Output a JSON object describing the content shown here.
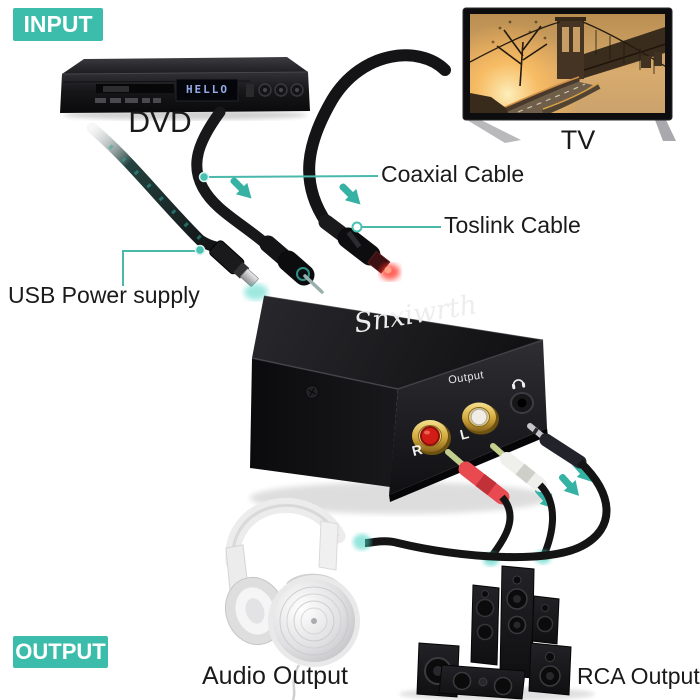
{
  "badges": {
    "input": "INPUT",
    "output": "OUTPUT"
  },
  "labels": {
    "dvd": "DVD",
    "tv": "TV",
    "coaxial_cable": "Coaxial Cable",
    "toslink_cable": "Toslink Cable",
    "usb_power": "USB Power supply",
    "audio_output": "Audio Output",
    "rca_output": "RCA Output"
  },
  "converter": {
    "brand": "Snxiwrth",
    "panel_label": "Output",
    "jack_right": "R",
    "jack_left": "L"
  },
  "dvd_player": {
    "display_text": "HELLO"
  },
  "icons": {
    "headphone_icon": "headphone",
    "arrow_icon": "teal-insert-arrow"
  },
  "colors": {
    "accent_teal": "#3cbcab",
    "leader_line": "#4ab9ac",
    "arrow": "#35b2a3",
    "toslink_glow": "#ff2f24",
    "rca_red": "#d21d17",
    "rca_white": "#f1ede4",
    "gold": "#d2a73c"
  }
}
